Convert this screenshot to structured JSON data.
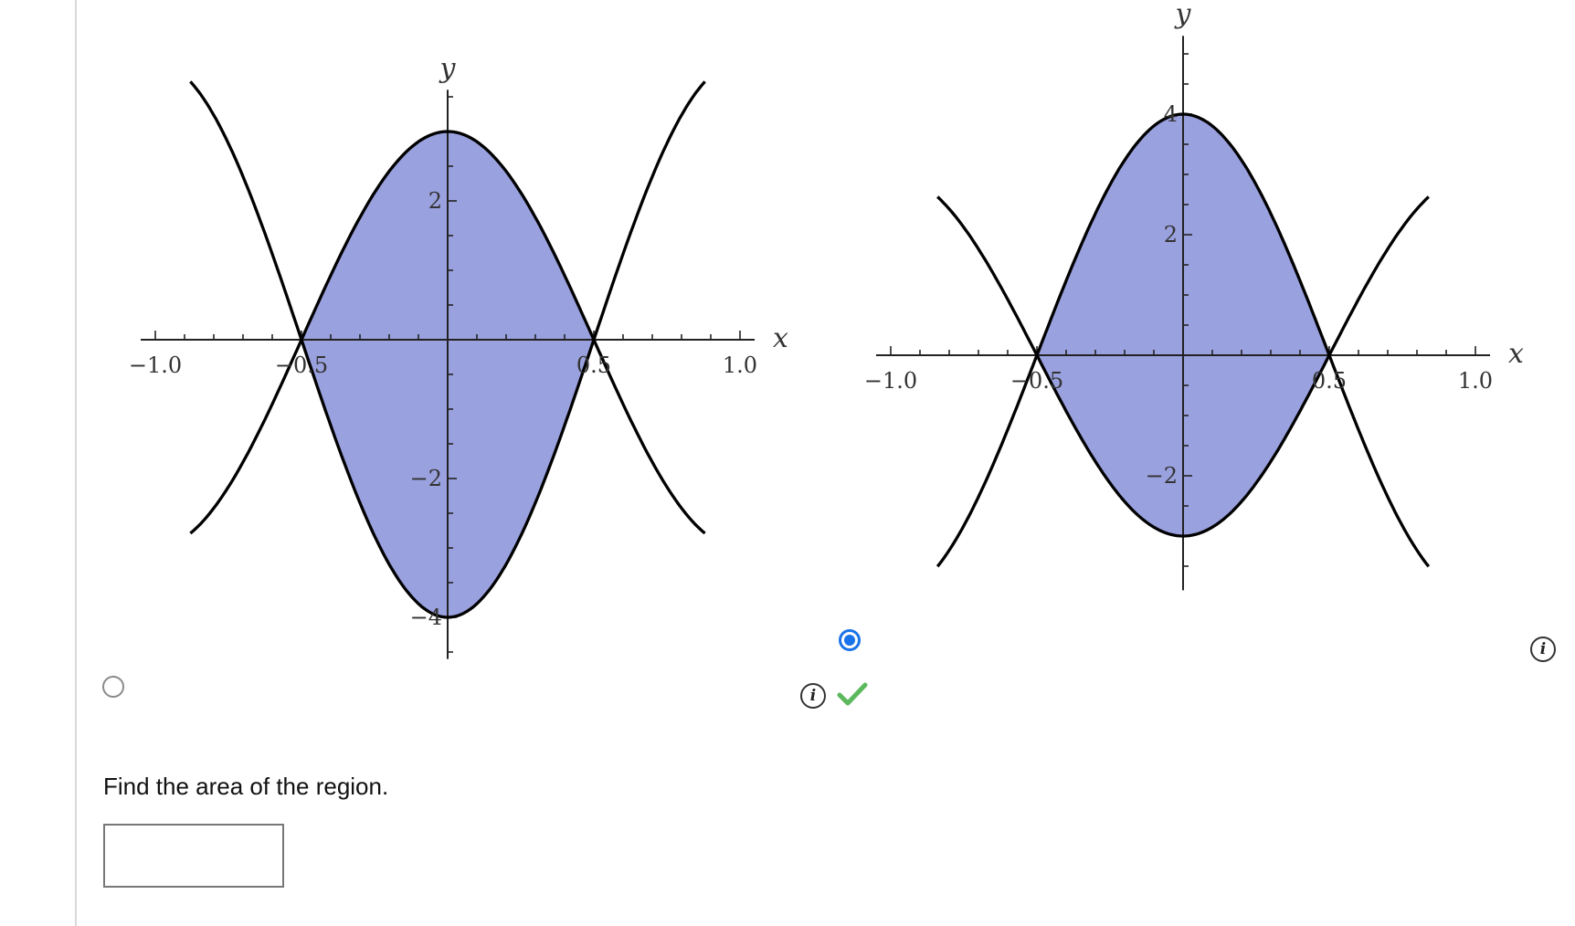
{
  "question": {
    "prompt": "Find the area of the region.",
    "answer_value": "",
    "answer_placeholder": ""
  },
  "options": [
    {
      "selected": false,
      "graph": {
        "x_tick_labels": [
          "−1.0",
          "−0.5",
          "0.5",
          "1.0"
        ],
        "y_tick_labels": [
          "2",
          "−2",
          "−4"
        ],
        "x_axis_name": "x",
        "y_axis_name": "y",
        "fill_color": "#9aa1df"
      }
    },
    {
      "selected": true,
      "graph": {
        "x_tick_labels": [
          "−1.0",
          "−0.5",
          "0.5",
          "1.0"
        ],
        "y_tick_labels": [
          "4",
          "2",
          "−2"
        ],
        "x_axis_name": "x",
        "y_axis_name": "y",
        "fill_color": "#9aa1df"
      }
    }
  ],
  "status": {
    "correct_mark": "✔",
    "correct_color": "#5cb85c"
  },
  "info_icon_text": "i"
}
